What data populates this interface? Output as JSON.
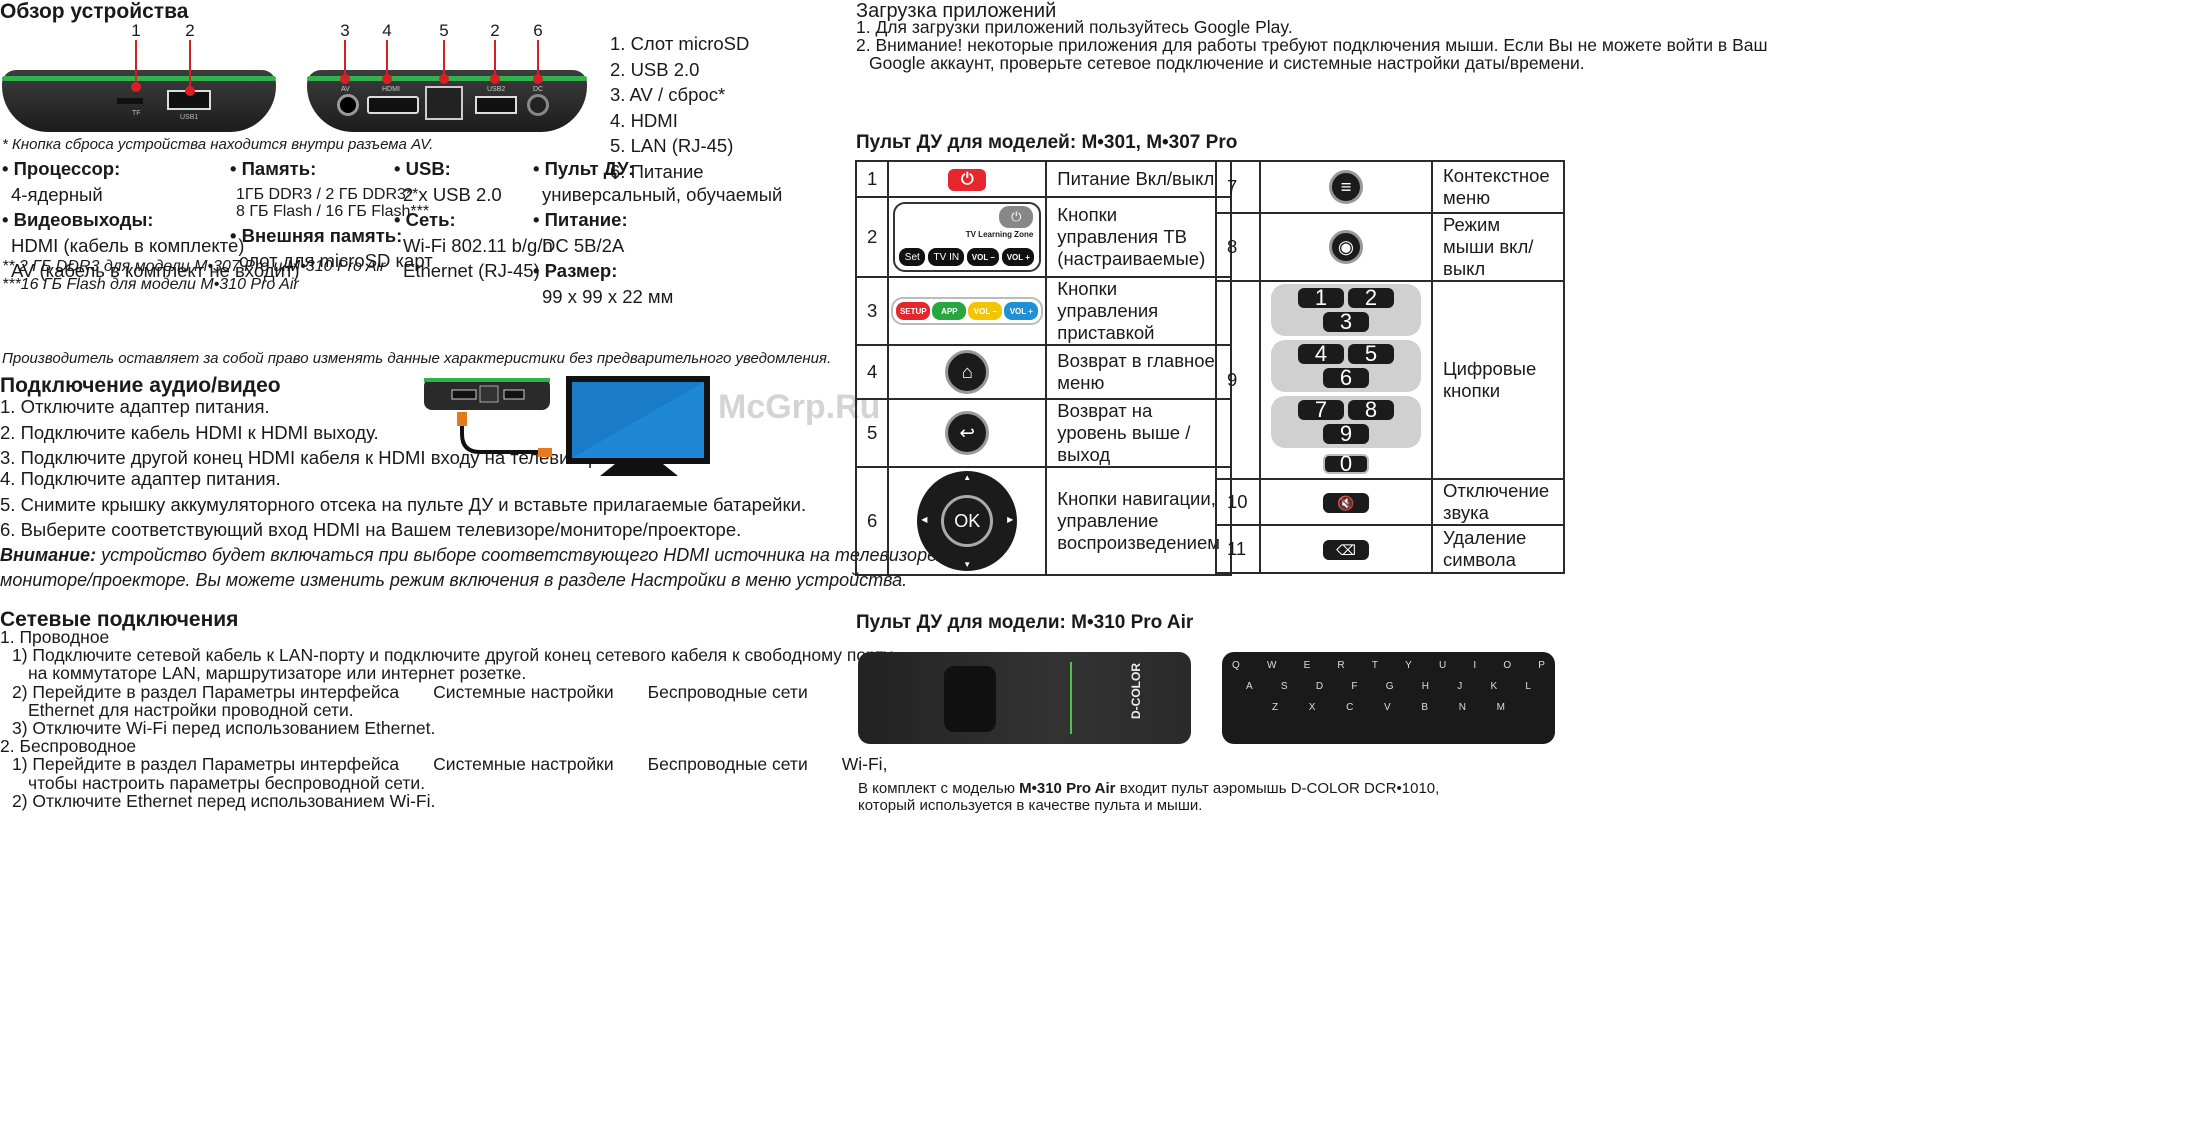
{
  "overview": {
    "title": "Обзор устройства",
    "ports_left": [
      "1",
      "2"
    ],
    "ports_right": [
      "3",
      "4",
      "5",
      "2",
      "6"
    ],
    "port_list": [
      "1. Слот microSD",
      "2. USB 2.0",
      "3. AV / сброс*",
      "4. HDMI",
      "5. LAN (RJ-45)",
      "6. Питание"
    ],
    "dev_labels": {
      "tf": "TF",
      "usb1": "USB1",
      "av": "AV",
      "hdmi": "HDMI",
      "usb2": "USB2",
      "dc": "DC"
    },
    "reset_note": "* Кнопка сброса устройства находится внутри разъема AV.",
    "specs": {
      "cpu_h": "• Процессор:",
      "cpu": "4-ядерный",
      "video_h": "• Видеовыходы:",
      "video1": "HDMI (кабель в комплекте)",
      "video2": "AV (кабель в комплект не входит)",
      "mem_h": "• Память:",
      "mem1": "1ГБ DDR3 / 2 ГБ DDR3**",
      "mem2": "8 ГБ Flash / 16 ГБ Flash***",
      "ext_h": "• Внешняя память:",
      "ext": "слот для microSD карт",
      "usb_h": "• USB:",
      "usb": "2 x USB 2.0",
      "net_h": "• Сеть:",
      "net1": "Wi-Fi 802.11 b/g/n",
      "net2": "Ethernet (RJ-45)",
      "rc_h": "• Пульт ДУ:",
      "rc": "универсальный, обучаемый",
      "pwr_h": "• Питание:",
      "pwr": "DC 5В/2А",
      "size_h": "• Размер:",
      "size": "99 x 99 x 22 мм"
    },
    "foot1": "** 2 ГБ DDR3 для модели M•307 Pro и M•310 Pro Air",
    "foot2": "***16 ГБ Flash для модели M•310 Pro Air",
    "disclaimer": "Производитель оставляет за собой право изменять данные характеристики без предварительного уведомления."
  },
  "av": {
    "title": "Подключение аудио/видео",
    "steps": [
      "1. Отключите адаптер питания.",
      "2. Подключите кабель HDMI к HDMI выходу.",
      "3. Подключите другой конец HDMI кабеля к HDMI входу на телевизоре.",
      "4. Подключите адаптер питания.",
      "5. Снимите крышку аккумуляторного отсека на пульте ДУ и вставьте прилагаемые батарейки.",
      "6. Выберите соответствующий вход HDMI на Вашем телевизоре/мониторе/проекторе."
    ],
    "warn_b": "Внимание:",
    "warn1": " устройство будет включаться при выборе соответствующего HDMI источника на телевизоре/",
    "warn2": "мониторе/проекторе. Вы можете изменить режим включения в разделе Настройки в меню устройства."
  },
  "net": {
    "title": "Сетевые подключения",
    "lines": [
      "1. Проводное",
      "1) Подключите сетевой кабель к LAN-порту и подключите другой конец сетевого кабеля к свободному порту",
      "на коммутаторе LAN, маршрутизаторе или интернет розетке.",
      "2) Перейдите в раздел Параметры интерфейса       Системные настройки       Беспроводные сети",
      "Ethernet для настройки проводной сети.",
      "3) Отключите Wi-Fi перед использованием Ethernet.",
      "2. Беспроводное",
      "1) Перейдите в раздел Параметры интерфейса       Системные настройки       Беспроводные сети       Wi-Fi,",
      "чтобы настроить параметры беспроводной сети.",
      "2) Отключите Ethernet перед использованием Wi-Fi."
    ]
  },
  "apps": {
    "title": "Загрузка приложений",
    "l1": "1. Для загрузки приложений пользуйтесь Google Play.",
    "l2": "2. Внимание! некоторые приложения для работы требуют подключения мыши. Если Вы не можете войти в Ваш",
    "l3": "Google аккаунт, проверьте сетевое подключение и системные настройки даты/времени."
  },
  "watermark": "McGrp.Ru",
  "remote1": {
    "title": "Пульт ДУ для моделей: M•301, M•307 Pro",
    "left_rows": [
      {
        "n": "1",
        "d": "Питание Вкл/выкл"
      },
      {
        "n": "2",
        "d": "Кнопки управления ТВ (настраиваемые)"
      },
      {
        "n": "3",
        "d": "Кнопки управления приставкой"
      },
      {
        "n": "4",
        "d": "Возврат в главное меню"
      },
      {
        "n": "5",
        "d": "Возврат на уровень выше / выход"
      },
      {
        "n": "6",
        "d": "Кнопки навигации, управление воспроизведением"
      }
    ],
    "right_rows": [
      {
        "n": "7",
        "d": "Контекстное меню"
      },
      {
        "n": "8",
        "d": "Режим мыши вкл/выкл"
      },
      {
        "n": "9",
        "d": "Цифровые кнопки"
      },
      {
        "n": "10",
        "d": "Отключение звука"
      },
      {
        "n": "11",
        "d": "Удаление символа"
      }
    ],
    "tv_learning": "TV Learning  Zone",
    "tv_keys": [
      "Set",
      "TV IN",
      "VOL –",
      "VOL +"
    ],
    "stb_keys": [
      "SETUP",
      "APP",
      "VOL –",
      "VOL +"
    ],
    "stb_colors": [
      "#e5262c",
      "#2aa640",
      "#f2c500",
      "#1f8fd6"
    ],
    "ok": "OK",
    "digits": [
      "1",
      "2",
      "3",
      "4",
      "5",
      "6",
      "7",
      "8",
      "9",
      "0"
    ]
  },
  "remote2": {
    "title": "Пульт ДУ для модели: M•310 Pro Air",
    "brand": "D-COLOR",
    "qwerty": [
      "Q",
      "W",
      "E",
      "R",
      "T",
      "Y",
      "U",
      "I",
      "O",
      "P"
    ],
    "asdf": [
      "A",
      "S",
      "D",
      "F",
      "G",
      "H",
      "J",
      "K",
      "L"
    ],
    "zxcv": [
      "Z",
      "X",
      "C",
      "V",
      "B",
      "N",
      "M"
    ],
    "note1a": "В комплект с моделью ",
    "note1b": "M•310 Pro Air",
    "note1c": " входит пульт аэромышь D-COLOR DCR•1010,",
    "note2": "который используется в качестве пульта и мыши."
  }
}
